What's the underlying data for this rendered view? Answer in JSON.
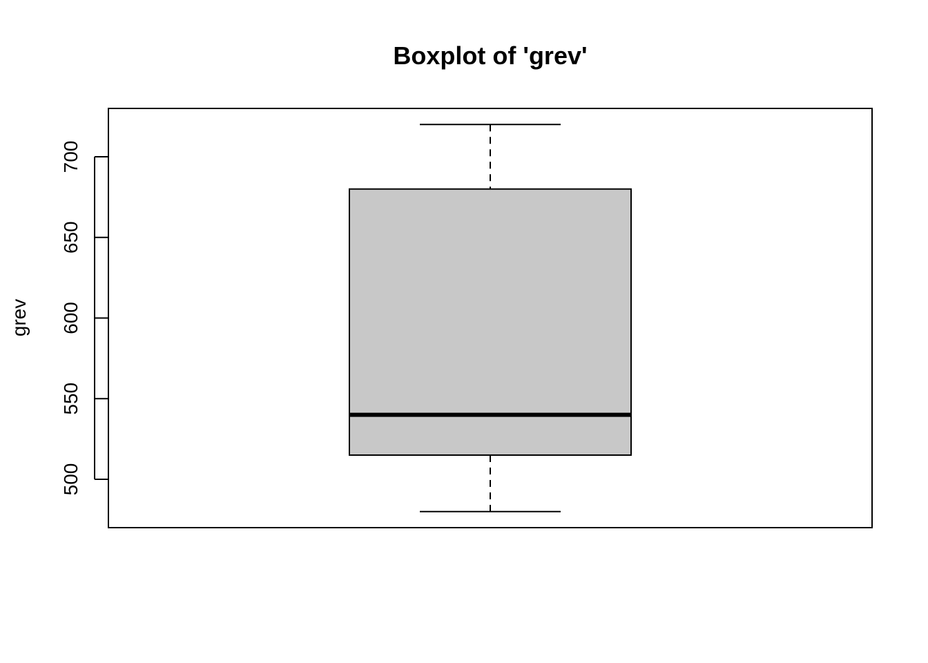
{
  "chart_data": {
    "type": "box",
    "title": "Boxplot of 'grev'",
    "xlabel": "",
    "ylabel": "grev",
    "ylim": [
      470,
      725
    ],
    "yticks": [
      500,
      550,
      600,
      650,
      700
    ],
    "ytick_labels": [
      "500",
      "550",
      "600",
      "650",
      "700"
    ],
    "grid": false,
    "series": [
      {
        "whisker_low": 480,
        "q1": 515,
        "median": 540,
        "q3": 680,
        "whisker_high": 720
      }
    ],
    "colors": {
      "box_fill": "#c8c8c8",
      "stroke": "#000000"
    }
  }
}
